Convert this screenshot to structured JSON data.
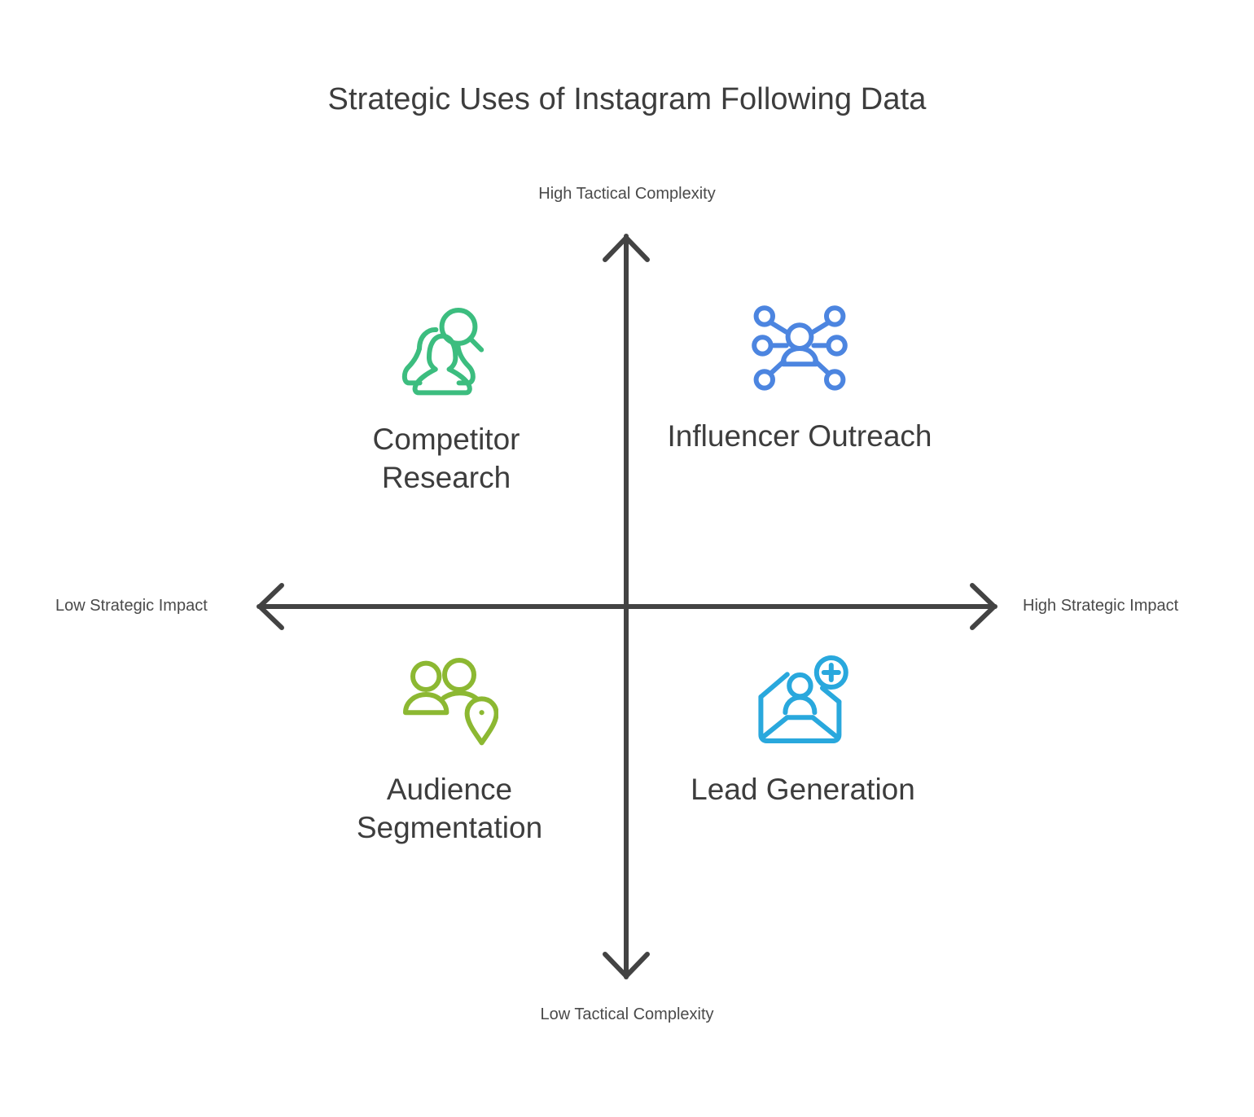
{
  "chart_data": {
    "type": "scatter",
    "title": "Strategic Uses of Instagram Following Data",
    "xlabel": "Strategic Impact",
    "ylabel": "Tactical Complexity",
    "grid": false,
    "legend": "none",
    "axis_labels": {
      "top": "High Tactical Complexity",
      "bottom": "Low Tactical Complexity",
      "left": "Low Strategic Impact",
      "right": "High Strategic Impact"
    },
    "quadrant_items": [
      {
        "label": "Competitor Research",
        "quadrant": "top-left",
        "x": "low-strategic-impact",
        "y": "high-tactical-complexity",
        "icon": "people-magnifier-icon",
        "color": "#3cbd7f"
      },
      {
        "label": "Influencer Outreach",
        "quadrant": "top-right",
        "x": "high-strategic-impact",
        "y": "high-tactical-complexity",
        "icon": "person-network-icon",
        "color": "#4c85e0"
      },
      {
        "label": "Audience Segmentation",
        "quadrant": "bottom-left",
        "x": "low-strategic-impact",
        "y": "low-tactical-complexity",
        "icon": "people-location-pin-icon",
        "color": "#8cb832"
      },
      {
        "label": "Lead Generation",
        "quadrant": "bottom-right",
        "x": "high-strategic-impact",
        "y": "low-tactical-complexity",
        "icon": "envelope-person-plus-icon",
        "color": "#29a8dd"
      }
    ]
  },
  "title": "Strategic Uses of Instagram Following Data",
  "axes": {
    "top_label": "High Tactical Complexity",
    "bottom_label": "Low Tactical Complexity",
    "left_label": "Low Strategic Impact",
    "right_label": "High Strategic Impact",
    "line_color": "#434343"
  },
  "quadrants": {
    "top_left": {
      "label": "Competitor Research",
      "icon": "people-magnifier-icon",
      "color": "#3cbd7f"
    },
    "top_right": {
      "label": "Influencer Outreach",
      "icon": "person-network-icon",
      "color": "#4c85e0"
    },
    "bottom_left": {
      "label": "Audience Segmentation",
      "icon": "people-location-pin-icon",
      "color": "#8cb832"
    },
    "bottom_right": {
      "label": "Lead Generation",
      "icon": "envelope-person-plus-icon",
      "color": "#29a8dd"
    }
  },
  "colors": {
    "text": "#3d3d3d",
    "axis": "#434343",
    "background": "#ffffff",
    "green": "#3cbd7f",
    "blue": "#4c85e0",
    "olive": "#8cb832",
    "cyan": "#29a8dd"
  }
}
